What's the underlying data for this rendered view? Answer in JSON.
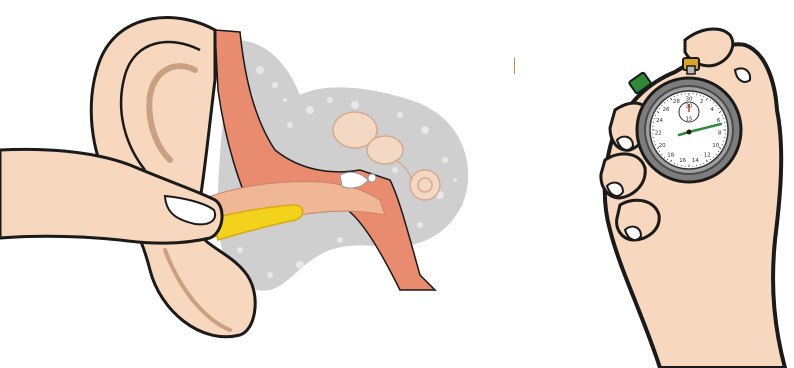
{
  "illustrations": {
    "left": {
      "subject": "finger inserting earplug into ear canal, ear cross-section"
    },
    "right": {
      "subject": "hand holding stopwatch"
    }
  },
  "colors": {
    "skin": "#f7d7bd",
    "outline": "#1a1a1a",
    "flesh": "#e98b6f",
    "flesh_light": "#f0b797",
    "bone": "#c9c9c9",
    "earplug": "#f3d21c",
    "stopwatch_body": "#7d7d7d",
    "stopwatch_green": "#2f8a38",
    "stopwatch_gold": "#d9a22b"
  },
  "stopwatch": {
    "dial_numbers": [
      "30",
      "2",
      "4",
      "6",
      "8",
      "10",
      "12",
      "14",
      "16",
      "18",
      "20",
      "22",
      "24",
      "26",
      "28"
    ],
    "subdial_numbers": [
      "30",
      "15"
    ]
  }
}
